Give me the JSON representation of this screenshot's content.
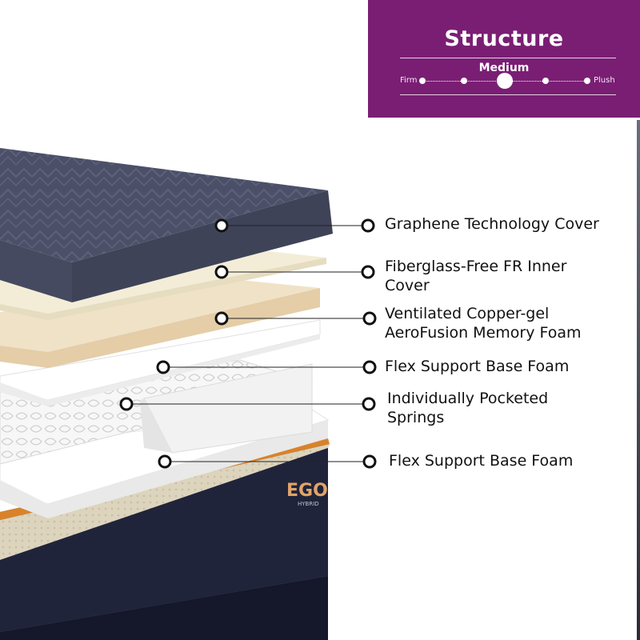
{
  "structure_panel": {
    "title": "Structure",
    "current_level": "Medium",
    "scale_min_label": "Firm",
    "scale_max_label": "Plush",
    "scale_position_fraction": 0.5,
    "panel_color": "#7a1e74"
  },
  "product_logo": {
    "brand": "EGO",
    "model": "HYBRID"
  },
  "layers": [
    {
      "label_line1": "Graphene Technology Cover",
      "label_line2": ""
    },
    {
      "label_line1": "Fiberglass-Free FR Inner",
      "label_line2": "Cover"
    },
    {
      "label_line1": "Ventilated Copper-gel",
      "label_line2": "AeroFusion Memory Foam"
    },
    {
      "label_line1": "Flex Support Base Foam",
      "label_line2": ""
    },
    {
      "label_line1": "Individually Pocketed",
      "label_line2": "Springs"
    },
    {
      "label_line1": "Flex Support Base Foam",
      "label_line2": ""
    }
  ],
  "colors": {
    "cover_navy": "#4a4f66",
    "inner_cover": "#efe8d2",
    "copper_gel_foam": "#e9d7b8",
    "base_foam": "#f4f4f4",
    "base_navy": "#1f2233",
    "copper_trim": "#d9822b"
  }
}
